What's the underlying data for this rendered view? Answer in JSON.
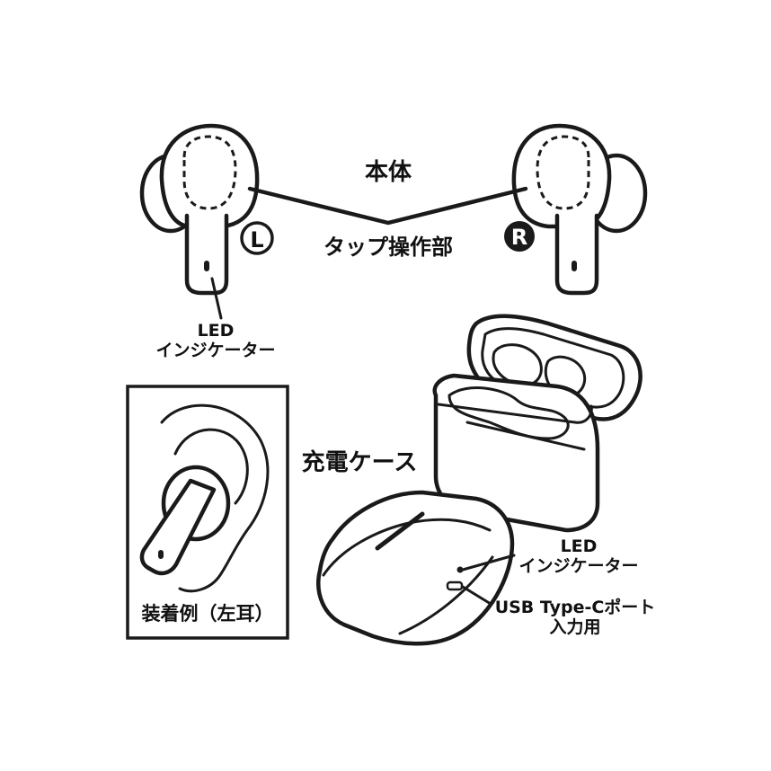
{
  "labels": {
    "body": "本体",
    "tap_area": "タップ操作部",
    "left_mark": "L",
    "right_mark": "R",
    "earbud_led_line1": "LED",
    "earbud_led_line2": "インジケーター",
    "charging_case": "充電ケース",
    "case_led_line1": "LED",
    "case_led_line2": "インジケーター",
    "usb_line1": "USB Type-Cポート",
    "usb_line2": "入力用",
    "wearing_example": "装着例（左耳）"
  },
  "colors": {
    "ink": "#1a1a1a",
    "background": "#ffffff"
  }
}
